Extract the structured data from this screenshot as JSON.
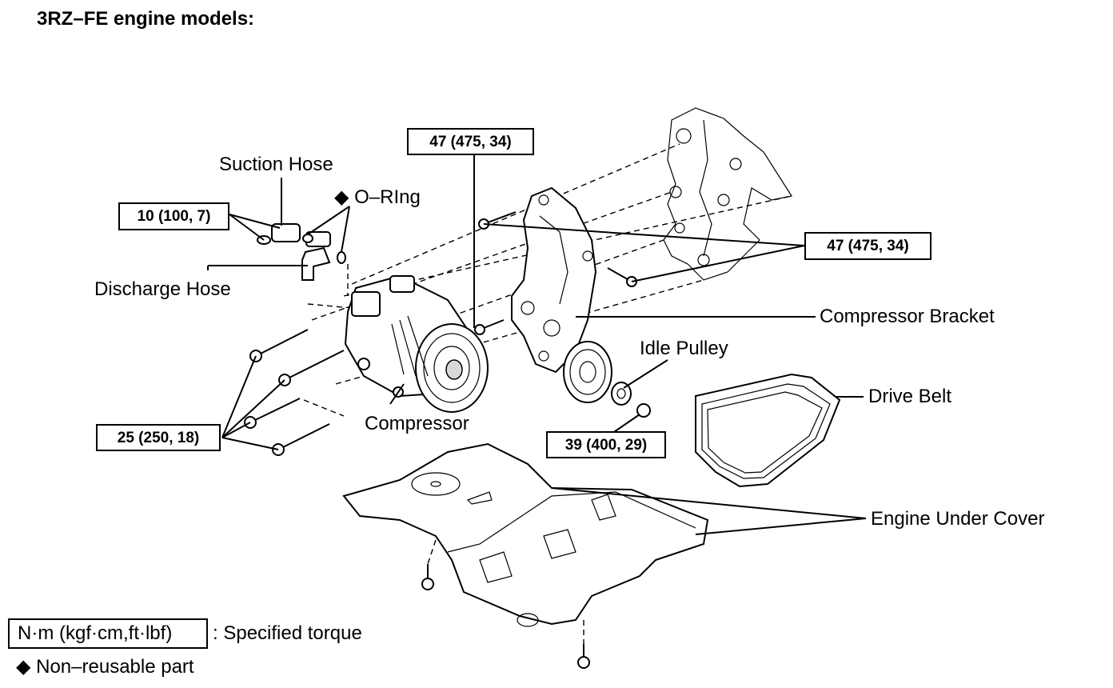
{
  "title": "3RZ–FE engine models:",
  "labels": {
    "suction_hose": "Suction Hose",
    "o_ring": "◆ O–RIng",
    "discharge_hose": "Discharge Hose",
    "compressor_bracket": "Compressor Bracket",
    "idle_pulley": "Idle Pulley",
    "drive_belt": "Drive Belt",
    "compressor": "Compressor",
    "engine_under_cover": "Engine Under Cover"
  },
  "torques": {
    "hose_bolts": "10 (100, 7)",
    "bracket_top": "47 (475, 34)",
    "bracket_right": "47 (475, 34)",
    "compressor_bolts": "25 (250, 18)",
    "pulley_nut": "39 (400, 29)"
  },
  "legend": {
    "torque_box": "N·m (kgf·cm,ft·lbf)",
    "torque_text": ": Specified torque",
    "nonreusable": "◆  Non–reusable part"
  }
}
